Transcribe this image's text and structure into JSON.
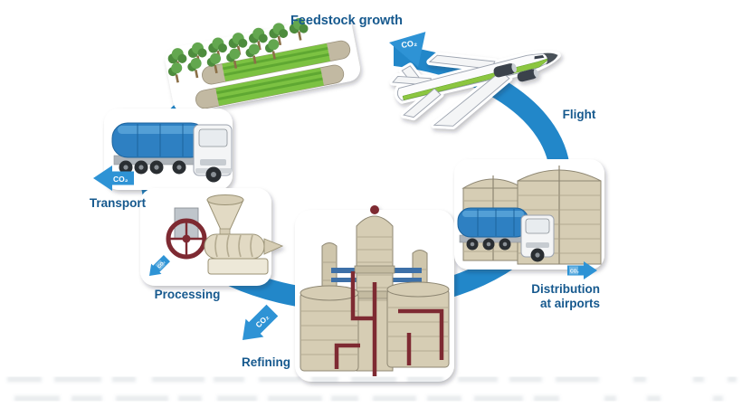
{
  "cycle": {
    "co2_label": "CO₂",
    "stages": [
      {
        "id": "feedstock",
        "label": "Feedstock growth"
      },
      {
        "id": "flight",
        "label": "Flight"
      },
      {
        "id": "distribution",
        "label": "Distribution at airports",
        "label_line1": "Distribution",
        "label_line2": "at airports"
      },
      {
        "id": "refining",
        "label": "Refining"
      },
      {
        "id": "processing",
        "label": "Processing"
      },
      {
        "id": "transport",
        "label": "Transport"
      }
    ],
    "colors": {
      "ring_blue": "#2287C9",
      "arrow_blue": "#2E93D5",
      "arrow_blue_light": "#6FB5E2",
      "label_navy": "#16598E",
      "field_green": "#7CC242",
      "field_green_dark": "#5FA832",
      "plane_stripe_green": "#8CC63F",
      "tank_tan": "#D6CDB4",
      "pipe_maroon": "#7E2A33",
      "truck_blue": "#2F80C2"
    }
  }
}
